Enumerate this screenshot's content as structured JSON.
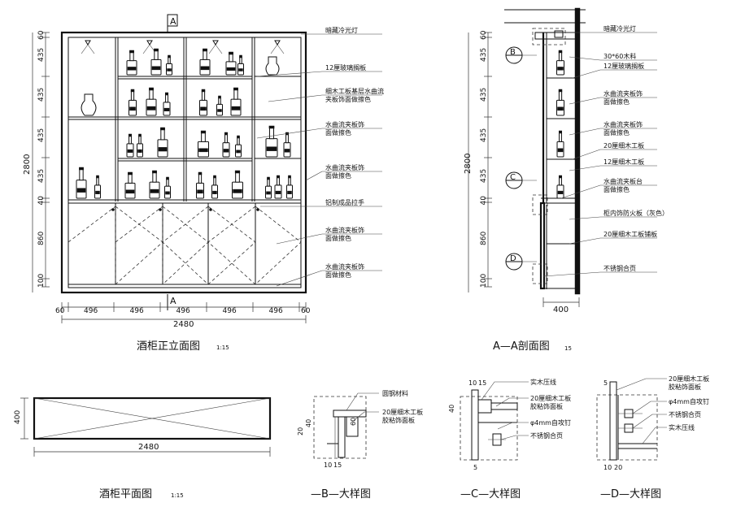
{
  "elevation": {
    "title": "酒柜正立面图",
    "scale": "1:15",
    "section_marker": "A",
    "dims_left": [
      "60",
      "435",
      "435",
      "435",
      "435",
      "40",
      "860",
      "100"
    ],
    "dim_total_height": "2800",
    "dims_bottom": [
      "60",
      "496",
      "496",
      "496",
      "496",
      "496",
      "60"
    ],
    "dim_total_width": "2480",
    "labels": [
      "暗藏冷光灯",
      "12厘玻璃搁板",
      "细木工板基层水曲流\n夹板饰面做擦色",
      "水曲流夹板饰\n面做擦色",
      "水曲流夹板饰\n面做擦色",
      "铝制成品拉手",
      "水曲流夹板饰\n面做擦色",
      "水曲流夹板饰\n面做擦色"
    ]
  },
  "section": {
    "title": "A—A剖面图",
    "scale": "15",
    "dims_left": [
      "60",
      "435",
      "435",
      "435",
      "435",
      "40",
      "860",
      "100"
    ],
    "dim_total_height": "2800",
    "dim_bottom": "400",
    "markers": [
      "B",
      "C",
      "D"
    ],
    "labels": [
      "暗藏冷光灯",
      "30*60木料",
      "12厘玻璃搁板",
      "水曲流夹板饰\n面做擦色",
      "水曲流夹板饰\n面做擦色",
      "20厘细木工板",
      "12厘细木工板",
      "水曲流夹板台\n面做擦色",
      "柜内饰防火板（灰色）",
      "20厘细木工板铺板",
      "不锈钢合页"
    ]
  },
  "plan": {
    "title": "酒柜平面图",
    "scale": "1:15",
    "dim_depth": "400",
    "dim_width": "2480"
  },
  "detail_b": {
    "title": "—B—大样图",
    "labels": [
      "圆钢材料",
      "20厘细木工板\n胶粘饰面板"
    ],
    "dims": [
      "20",
      "40",
      "60",
      "10",
      "15"
    ]
  },
  "detail_c": {
    "title": "—C—大样图",
    "labels": [
      "实木压线",
      "20厘细木工板\n胶粘饰面板",
      "φ4mm自攻钉",
      "不锈钢合页"
    ],
    "dims": [
      "10",
      "15",
      "40",
      "5"
    ]
  },
  "detail_d": {
    "title": "—D—大样图",
    "labels": [
      "20厘细木工板\n胶粘饰面板",
      "φ4mm自攻钉",
      "不锈钢合页",
      "实木压线"
    ],
    "dims": [
      "5",
      "10",
      "20"
    ]
  }
}
